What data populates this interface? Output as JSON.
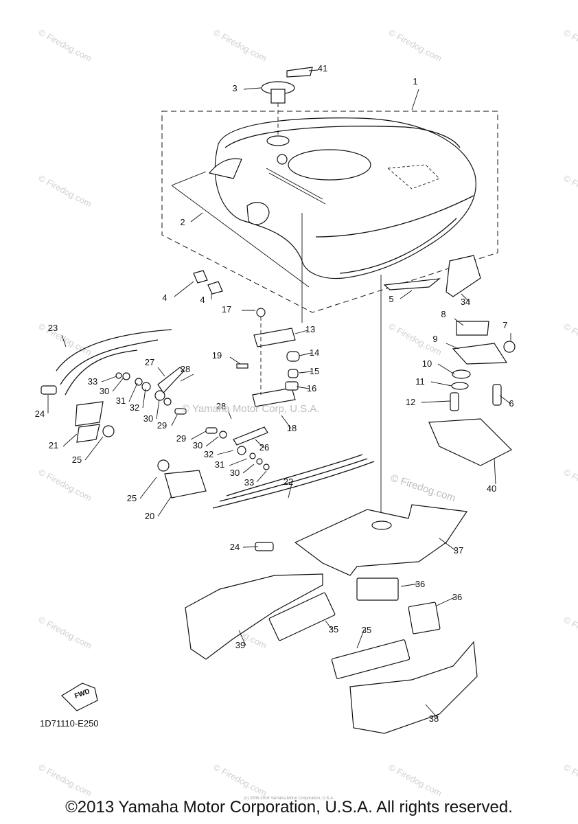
{
  "diagram_code": "1D71110-E250",
  "fwd_label": "FWD",
  "watermark_center": "© Yamaha Motor Corp, U.S.A.",
  "watermark_logo": "© Firedog.com",
  "watermark_small": "© Firedog.com",
  "fine_print": "(c) 2005-2016 Yamaha Motor Corporation, U.S.A.",
  "footer": "©2013 Yamaha Motor Corporation, U.S.A. All rights reserved.",
  "callouts": [
    "41",
    "3",
    "1",
    "2",
    "4",
    "4",
    "5",
    "34",
    "17",
    "13",
    "8",
    "7",
    "9",
    "14",
    "10",
    "19",
    "15",
    "11",
    "16",
    "12",
    "6",
    "23",
    "27",
    "28",
    "33",
    "30",
    "31",
    "32",
    "24",
    "30",
    "29",
    "28",
    "21",
    "25",
    "29",
    "30",
    "26",
    "32",
    "31",
    "18",
    "40",
    "30",
    "33",
    "22",
    "25",
    "20",
    "24",
    "37",
    "36",
    "36",
    "35",
    "35",
    "39",
    "38"
  ]
}
